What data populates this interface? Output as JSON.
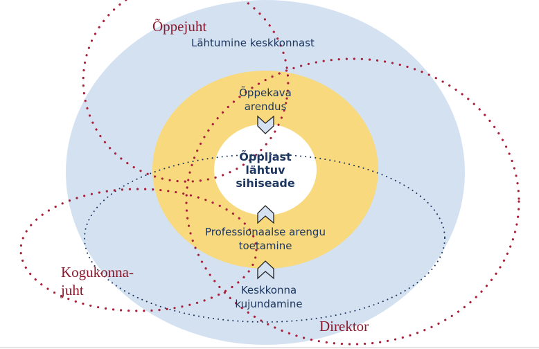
{
  "colors": {
    "environment_fill": "#d3e1f1",
    "ring_fill": "#f8d97e",
    "core_fill": "#ffffff",
    "navy_text": "#1e3760",
    "role_red": "#8b1a2e",
    "dot_red": "#a8203a",
    "dot_navy": "#1e3760",
    "arrow_fill": "#d3e1f1",
    "arrow_stroke": "#222222"
  },
  "layers": {
    "environment": {
      "label": "Lähtumine keskkonnast"
    },
    "curriculum": {
      "line1": "Õppekava",
      "line2": "arendus"
    },
    "core": {
      "line1": "Õppijast",
      "line2": "lähtuv",
      "line3": "sihiseade"
    },
    "professional": {
      "line1": "Professionaalse arengu",
      "line2": "toetamine"
    },
    "environment_design": {
      "line1": "Keskkonna",
      "line2": "kujundamine"
    }
  },
  "roles": {
    "oppejuht": "Õppejuht",
    "kogukonnajuht_line1": "Kogukonna-",
    "kogukonnajuht_line2": "juht",
    "direktor": "Direktor"
  },
  "arrows": [
    {
      "name": "curriculum-to-core-arrow",
      "direction": "down"
    },
    {
      "name": "professional-to-core-arrow",
      "direction": "up"
    },
    {
      "name": "environment-to-professional-arrow",
      "direction": "up"
    }
  ]
}
